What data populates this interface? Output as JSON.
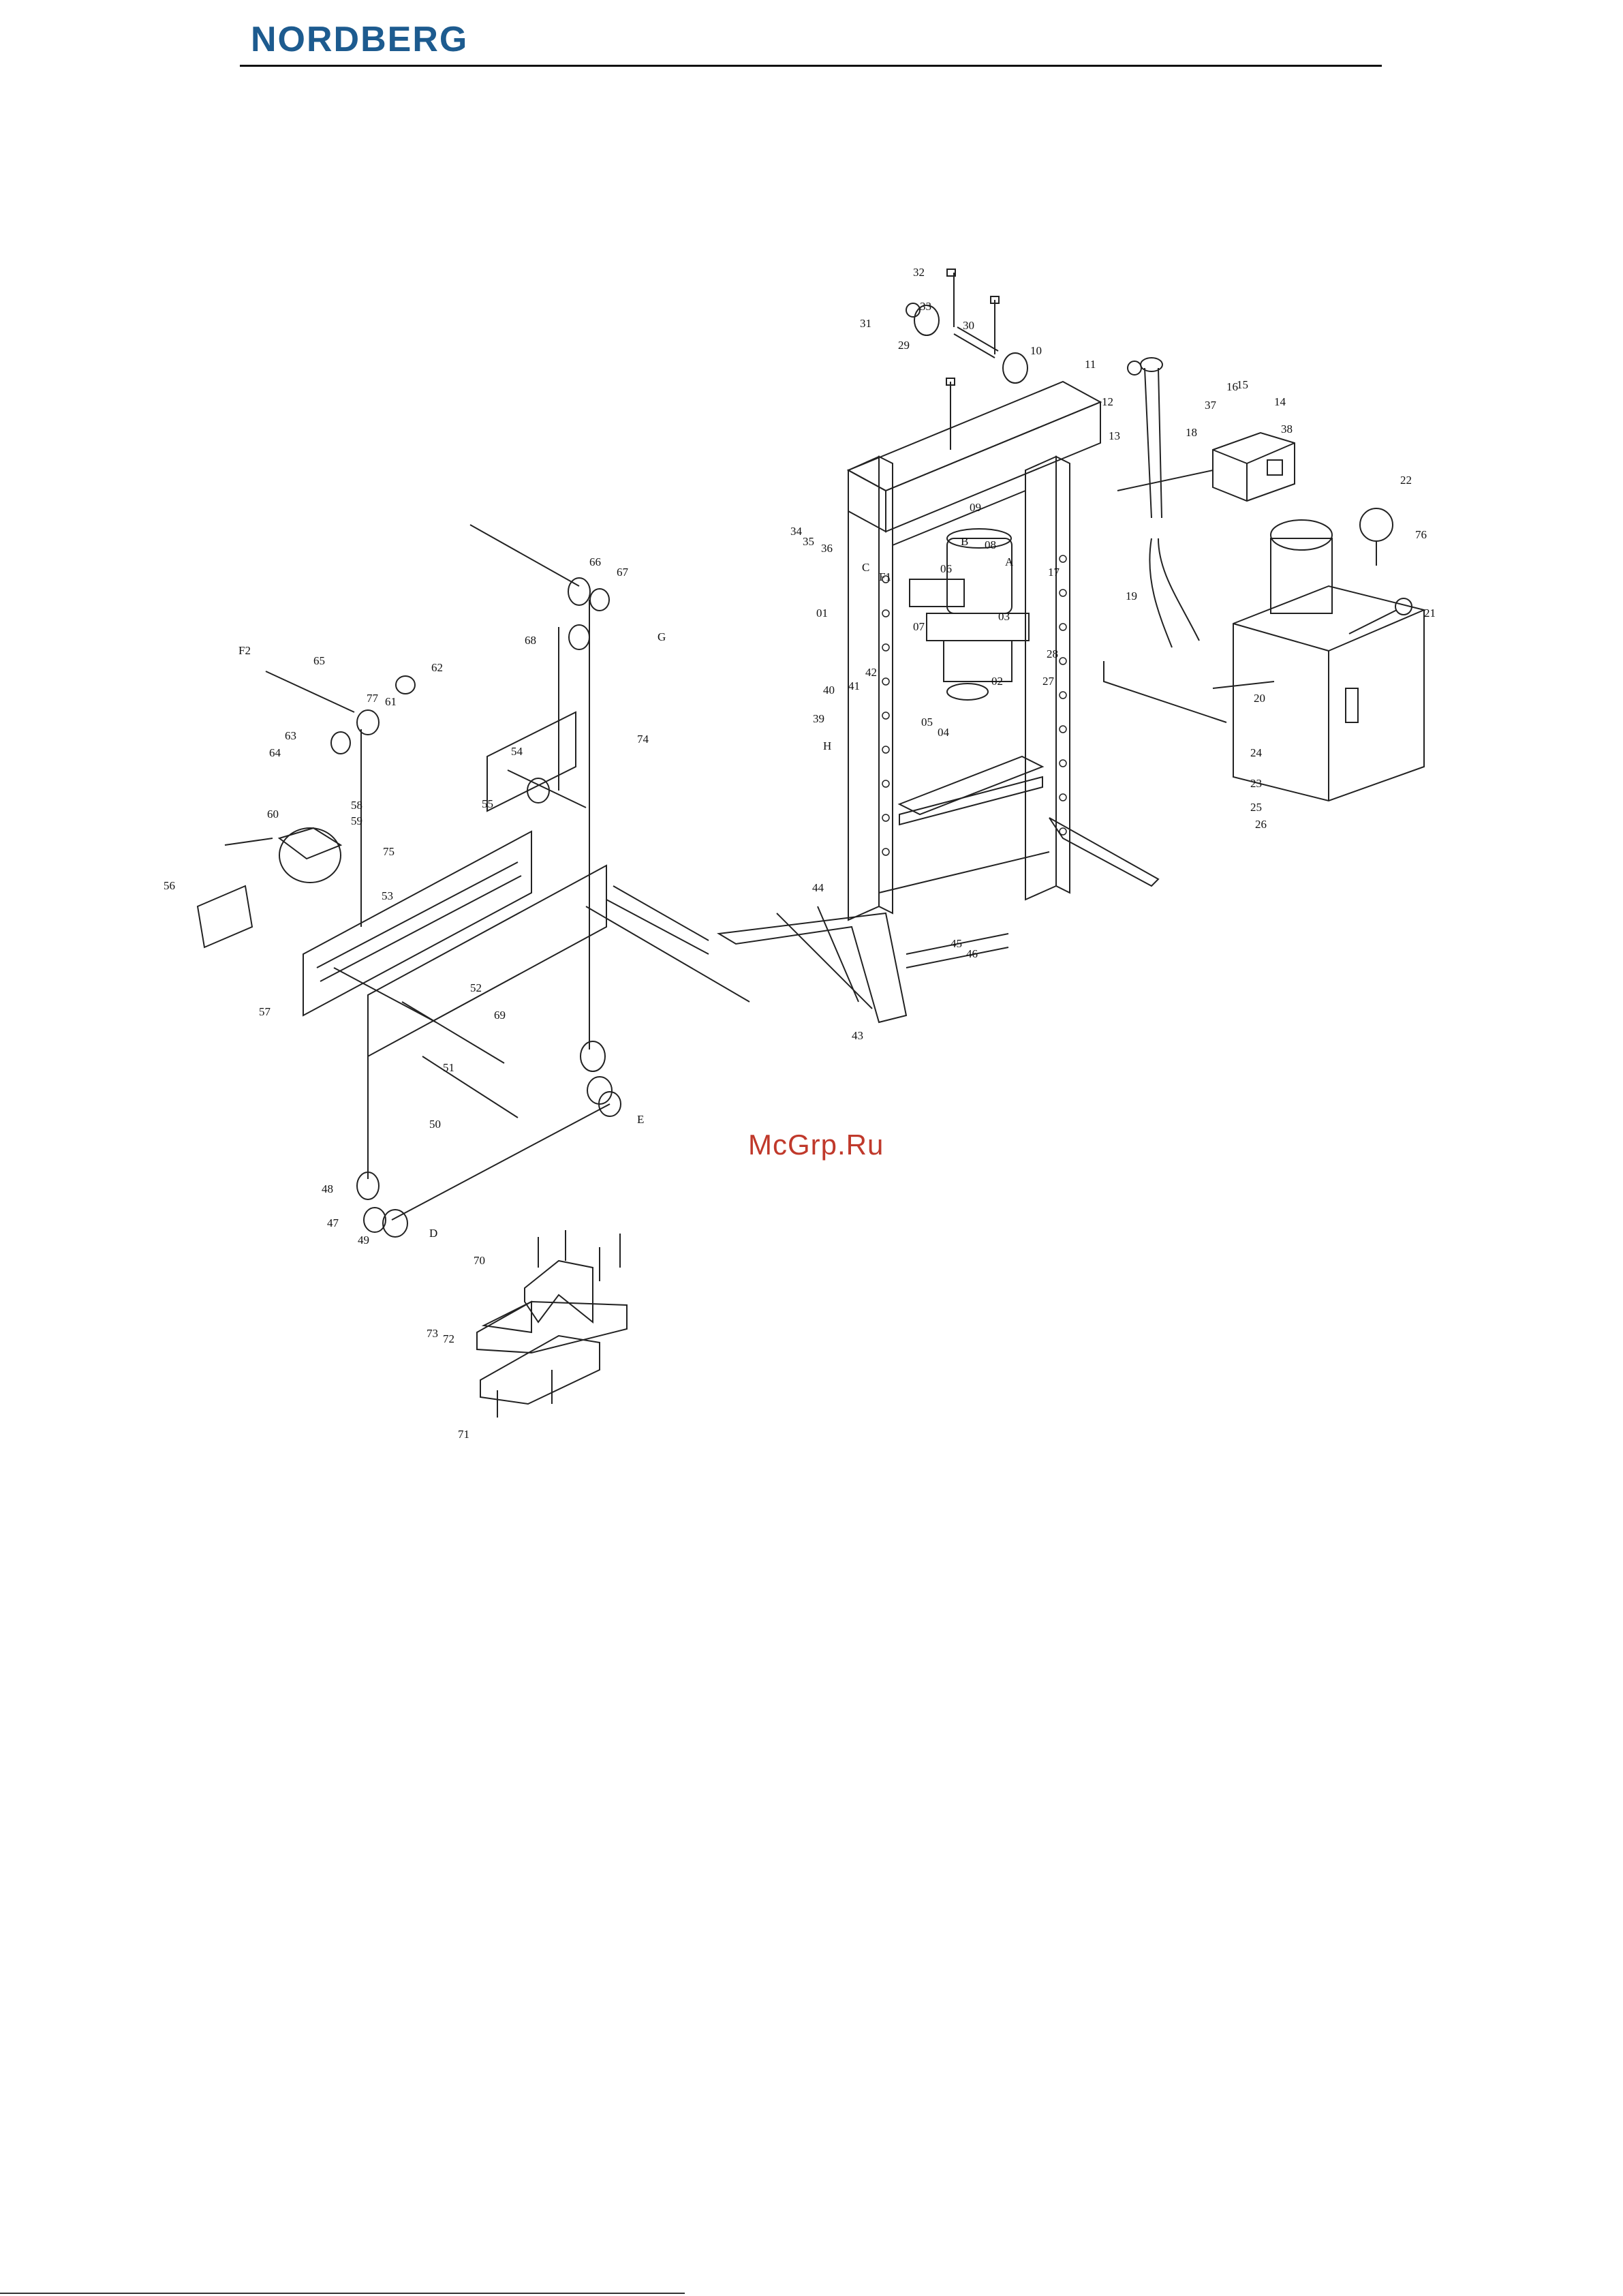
{
  "header": {
    "brand": "NORDBERG"
  },
  "watermark": "McGrp.Ru",
  "part_labels": [
    "01",
    "02",
    "03",
    "04",
    "05",
    "06",
    "07",
    "08",
    "09",
    "10",
    "11",
    "12",
    "13",
    "14",
    "15",
    "16",
    "17",
    "18",
    "19",
    "20",
    "21",
    "22",
    "23",
    "24",
    "25",
    "26",
    "27",
    "28",
    "29",
    "30",
    "31",
    "32",
    "33",
    "34",
    "35",
    "36",
    "37",
    "38",
    "39",
    "40",
    "41",
    "42",
    "43",
    "44",
    "45",
    "46",
    "47",
    "48",
    "49",
    "50",
    "51",
    "52",
    "53",
    "54",
    "55",
    "56",
    "57",
    "58",
    "59",
    "60",
    "61",
    "62",
    "63",
    "64",
    "65",
    "66",
    "67",
    "68",
    "69",
    "70",
    "71",
    "72",
    "73",
    "74",
    "75",
    "76",
    "77",
    "A",
    "B",
    "C",
    "D",
    "E",
    "F1",
    "F2",
    "G",
    "H"
  ]
}
